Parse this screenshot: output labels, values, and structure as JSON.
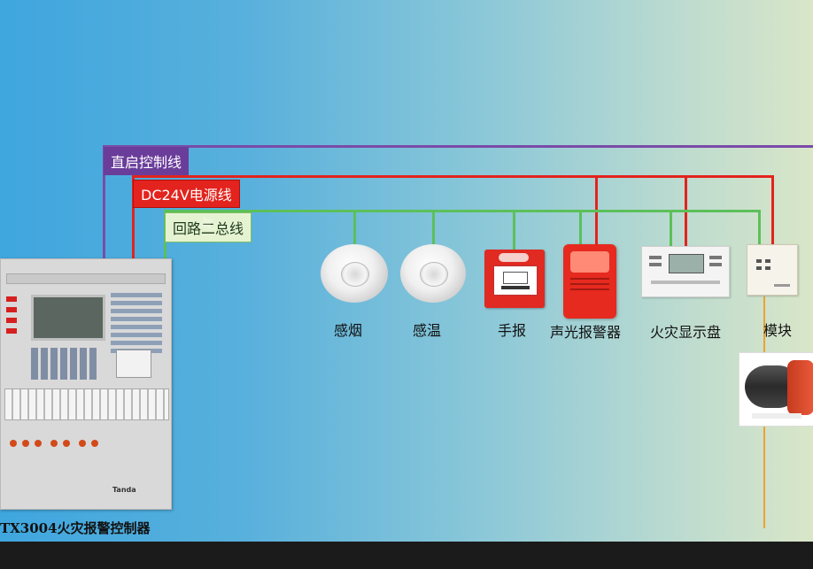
{
  "bus_labels": {
    "direct_control": "直启控制线",
    "power": "DC24V电源线",
    "loop": "回路二总线"
  },
  "devices": {
    "smoke": "感烟",
    "heat": "感温",
    "manual": "手报",
    "alarm": "声光报警器",
    "display": "火灾显示盘",
    "module": "模块"
  },
  "panel": {
    "model_title": "TX3004火灾报警控制器",
    "brand": "Tanda"
  },
  "colors": {
    "purple_line": "#7a4ba8",
    "red_line": "#e3231d",
    "green_line": "#5cc05a"
  }
}
